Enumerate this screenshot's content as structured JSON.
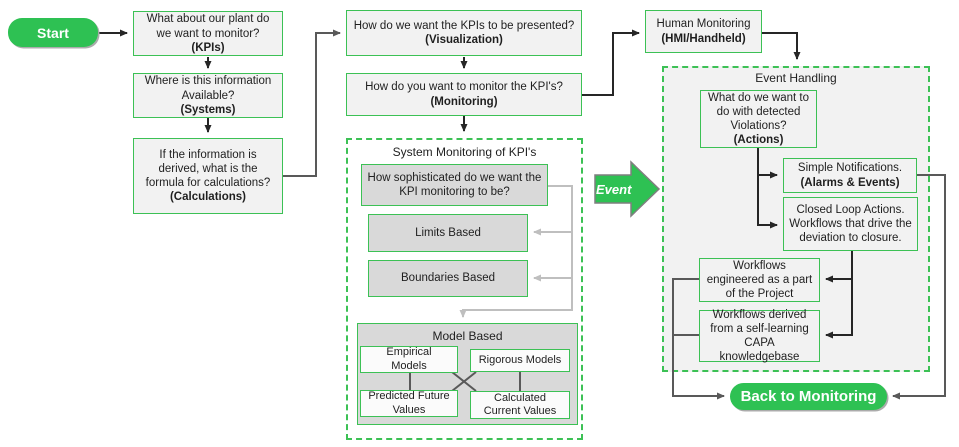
{
  "colors": {
    "accent_green": "#2ec153",
    "border_green": "#3cc155",
    "box_light_gray": "#f2f2f2",
    "box_mid_gray": "#d9d9d9",
    "line_dark": "#262626",
    "line_gray": "#595959",
    "line_light": "#bfbfbf"
  },
  "nodes": {
    "start": {
      "label": "Start"
    },
    "kpis": {
      "text": "What about our plant do we want to monitor?",
      "tag": "(KPIs)"
    },
    "systems": {
      "text": "Where is this information Available?",
      "tag": "(Systems)"
    },
    "calculations": {
      "text": "If the information is derived, what is the formula for calculations?",
      "tag": "(Calculations)"
    },
    "visualization": {
      "text": "How do we want the KPIs to be presented?",
      "tag": "(Visualization)"
    },
    "monitoring": {
      "text": "How do you want to monitor the KPI's?",
      "tag": "(Monitoring)"
    },
    "human_monitoring": {
      "text": "Human Monitoring",
      "tag": "(HMI/Handheld)"
    },
    "event": {
      "label": "Event"
    },
    "system_monitoring": {
      "title": "System Monitoring of KPI's",
      "sophistication": {
        "text": "How sophisticated do we want the KPI monitoring to be?"
      },
      "limits": {
        "text": "Limits Based"
      },
      "boundaries": {
        "text": "Boundaries Based"
      },
      "model_based": {
        "title": "Model Based",
        "empirical": {
          "text": "Empirical Models"
        },
        "rigorous": {
          "text": "Rigorous Models"
        },
        "predicted": {
          "text": "Predicted Future Values"
        },
        "calculated": {
          "text": "Calculated Current Values"
        }
      }
    },
    "event_handling": {
      "title": "Event Handling",
      "actions": {
        "text": "What do we want to do with detected Violations?",
        "tag": "(Actions)"
      },
      "simple_notifications": {
        "text": "Simple Notifications.",
        "tag": "(Alarms & Events)"
      },
      "closed_loop": {
        "text": "Closed Loop Actions. Workflows that drive the deviation to closure."
      },
      "workflows_project": {
        "text": "Workflows engineered as a part of the Project"
      },
      "workflows_capa": {
        "text": "Workflows derived from a self-learning CAPA knowledgebase"
      }
    },
    "back": {
      "label": "Back to Monitoring"
    }
  }
}
